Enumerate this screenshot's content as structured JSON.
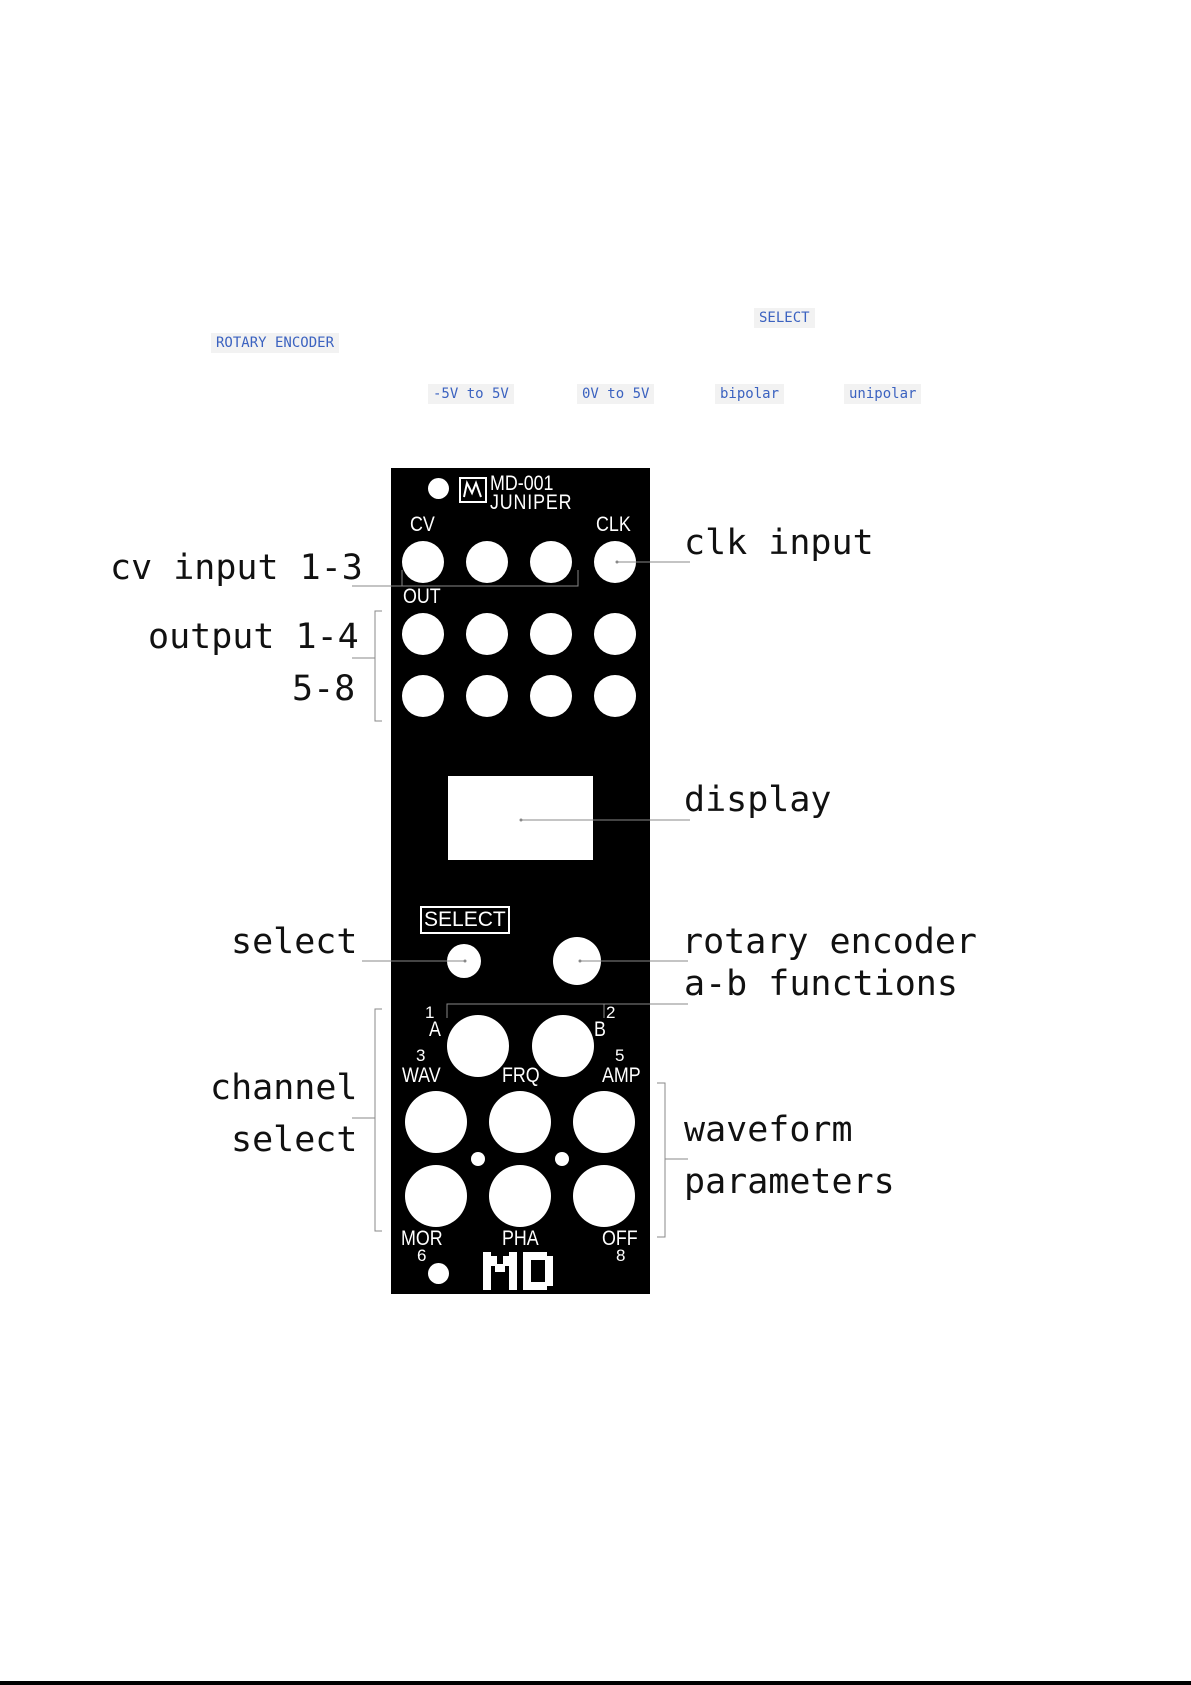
{
  "tags": {
    "select": "SELECT",
    "rotary_encoder": "ROTARY ENCODER",
    "neg5_to_5": "-5V to 5V",
    "zero_to_5": "0V to 5V",
    "bipolar": "bipolar",
    "unipolar": "unipolar"
  },
  "callouts": {
    "cv_input": "cv input 1-3",
    "output_1_4": "output 1-4",
    "output_5_8": "5-8",
    "clk_input": "clk input",
    "display": "display",
    "select": "select",
    "rotary_line1": "rotary encoder",
    "rotary_line2": "a-b functions",
    "channel_line1": "channel",
    "channel_line2": "select",
    "waveform_line1": "waveform",
    "waveform_line2": "parameters"
  },
  "panel": {
    "model": "MD-001",
    "name": "JUNIPER",
    "cv": "CV",
    "clk": "CLK",
    "out": "OUT",
    "select_button": "SELECT",
    "a": "A",
    "b": "B",
    "n1": "1",
    "n2": "2",
    "n3": "3",
    "n5": "5",
    "n6": "6",
    "n8": "8",
    "wav": "WAV",
    "frq": "FRQ",
    "amp": "AMP",
    "mor": "MOR",
    "pha": "PHA",
    "off": "OFF",
    "logo": "MD"
  },
  "colors": {
    "panel": "#000000",
    "tag_text": "#3b62c0",
    "tag_bg": "#f2f2f2",
    "leader": "#888888"
  }
}
